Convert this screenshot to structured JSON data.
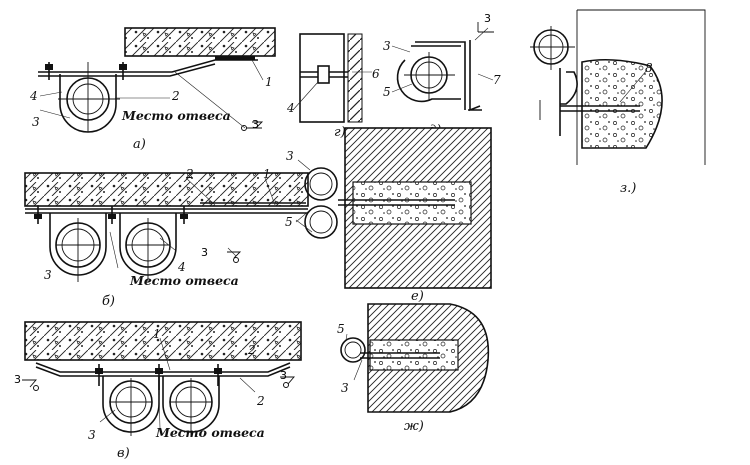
{
  "figures": {
    "a": {
      "caption": "а)",
      "labels": [
        "1",
        "2",
        "3",
        "4"
      ],
      "note": "Место отвеса",
      "weld": "3"
    },
    "b": {
      "caption": "б)",
      "labels": [
        "1",
        "2",
        "3",
        "4"
      ],
      "note": "Место отвеса",
      "weld": "3"
    },
    "v": {
      "caption": "в)",
      "labels": [
        "1",
        "2",
        "2",
        "3"
      ],
      "note": "Место отвеса",
      "weld_left": "3",
      "weld_right": "3"
    },
    "g": {
      "caption": "г)",
      "labels": [
        "4",
        "6"
      ]
    },
    "d": {
      "caption": "д)",
      "labels": [
        "3",
        "5",
        "7"
      ],
      "weld": "3"
    },
    "e": {
      "caption": "е)",
      "labels": [
        "3",
        "5"
      ]
    },
    "zh": {
      "caption": "ж)",
      "labels": [
        "5",
        "3"
      ]
    },
    "z": {
      "caption": "з.)",
      "labels": [
        "8"
      ]
    }
  }
}
